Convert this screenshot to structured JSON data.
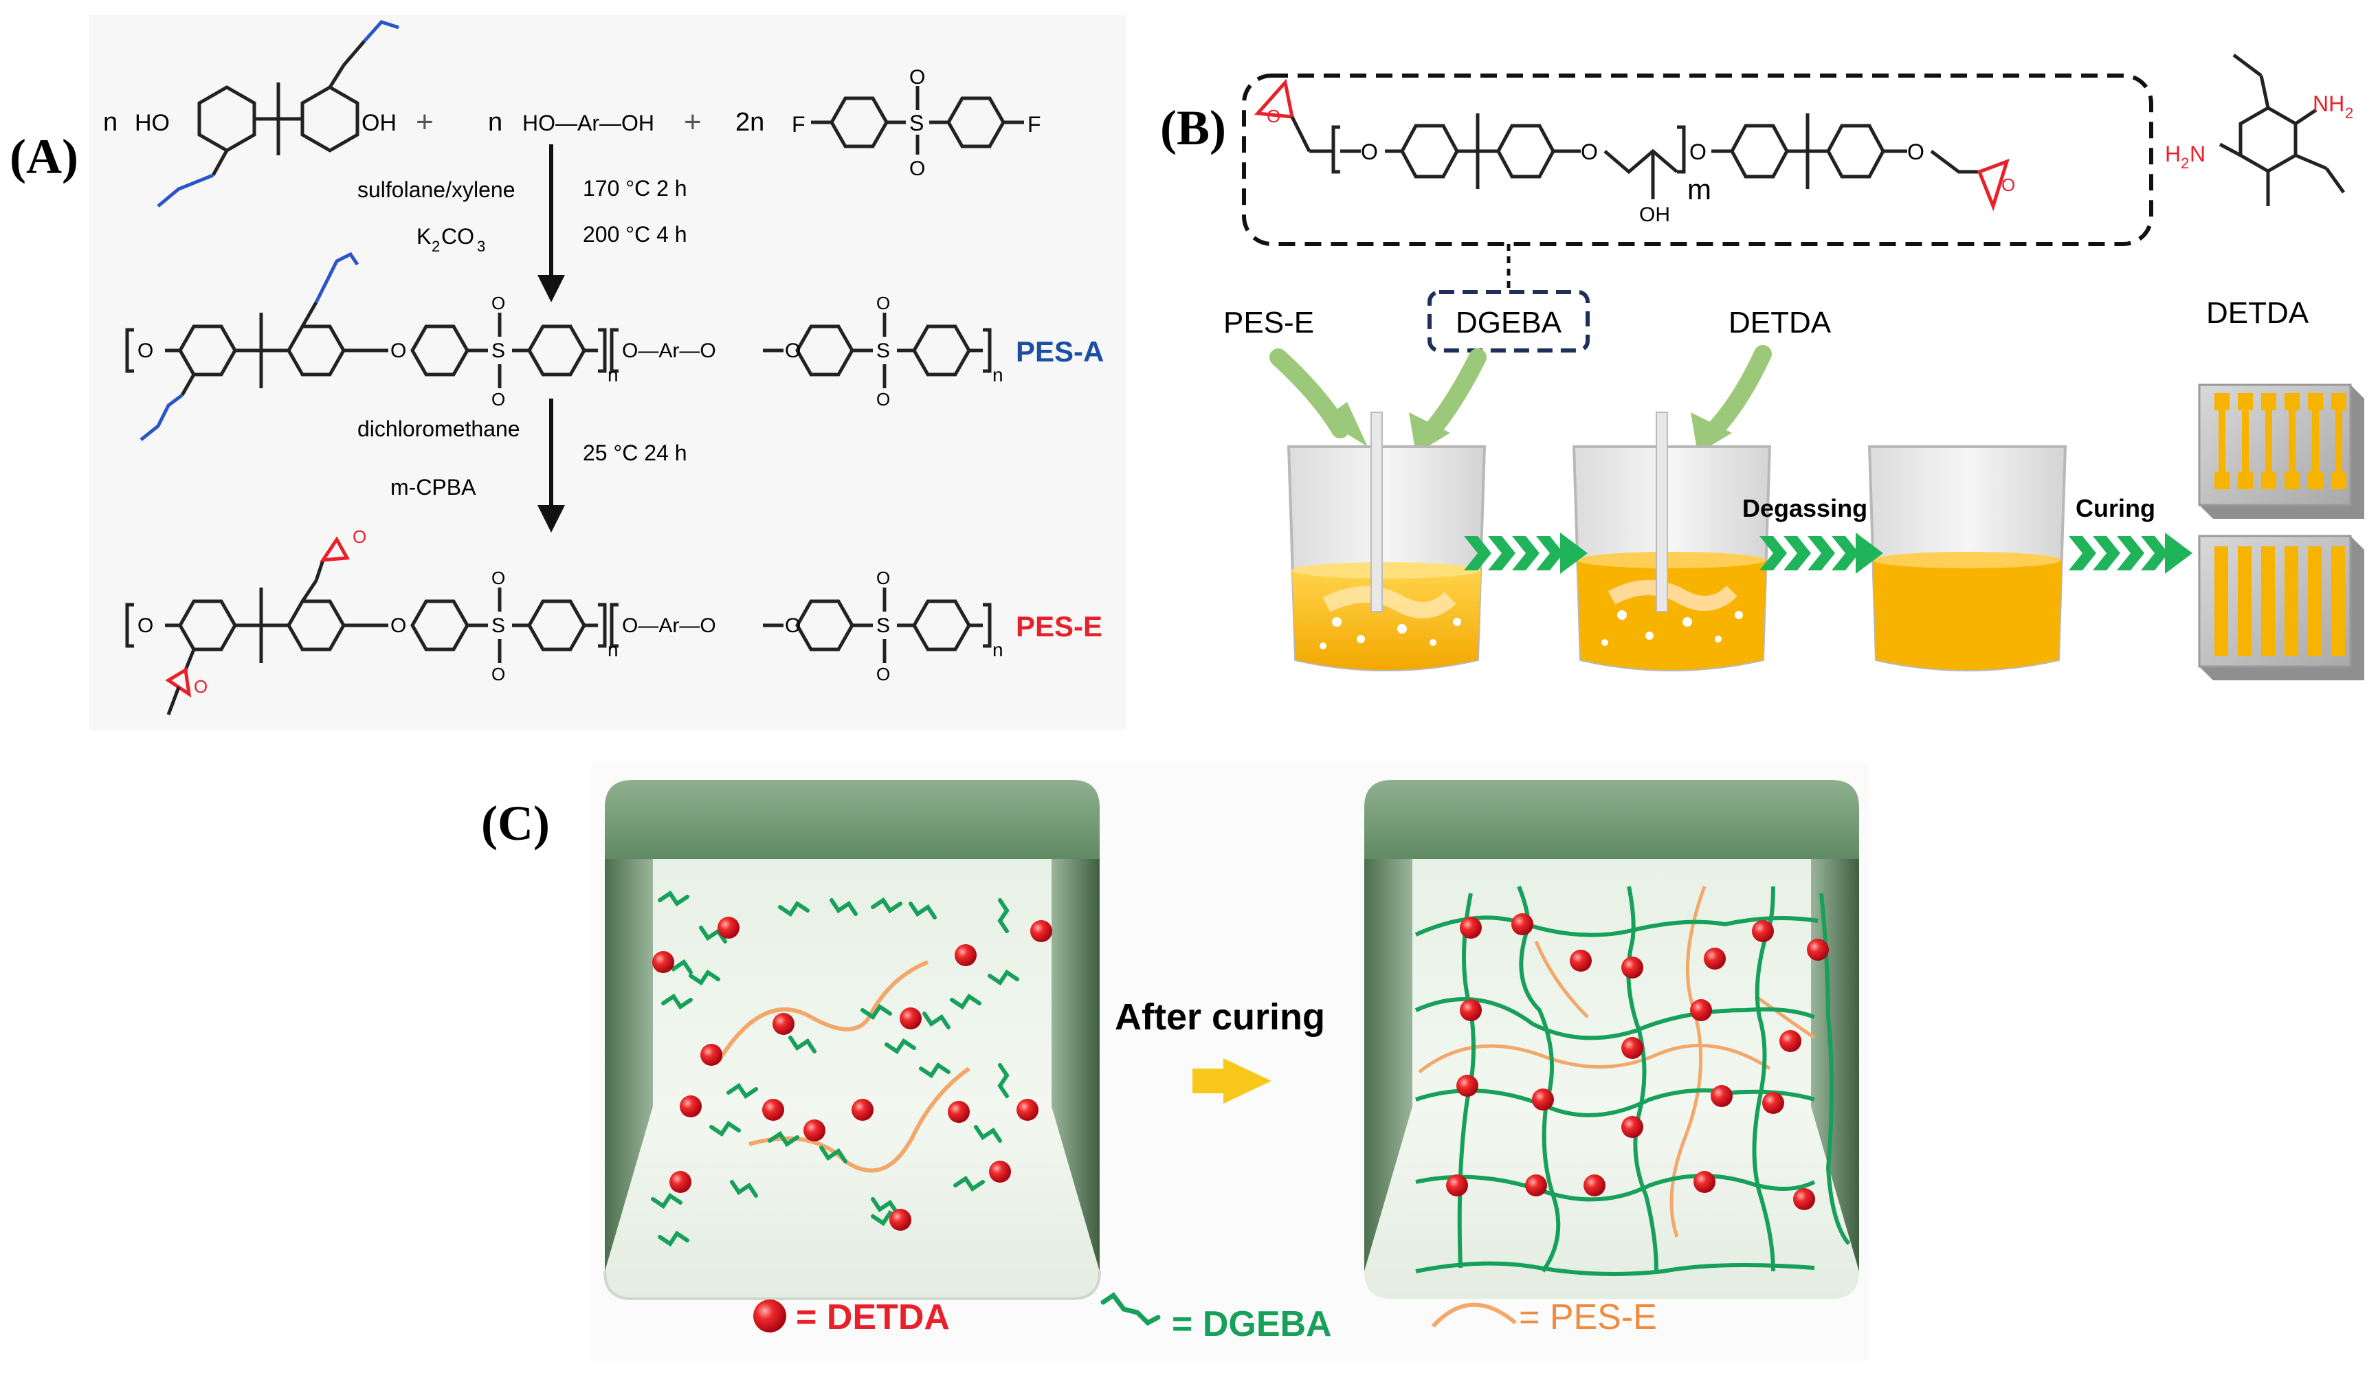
{
  "panels": {
    "a": {
      "label": "(A)",
      "reactants": {
        "n1": "n",
        "ho": "HO",
        "oh": "OH",
        "plus": "+",
        "n2": "n",
        "ho_ar_oh": "HO—Ar—OH",
        "plus2": "+",
        "coef_2n": "2n",
        "f1": "F",
        "f2": "F",
        "s": "S",
        "o_top": "O",
        "o_bot": "O"
      },
      "step1": {
        "solvent": "sulfolane/xylene",
        "base_main": "K",
        "base_sub": "2",
        "base_tail": "CO",
        "base_sub2": "3",
        "cond1": "170 °C 2 h",
        "cond2": "200 °C 4 h"
      },
      "pes_a": {
        "name": "PES-A",
        "o_ends": [
          "O",
          "O",
          "O",
          "O—Ar—O"
        ],
        "s": [
          "S",
          "S"
        ],
        "so": [
          "O",
          "O",
          "O",
          "O"
        ],
        "n": [
          "n",
          "n"
        ]
      },
      "step2": {
        "solvent": "dichloromethane",
        "oxidant": "m-CPBA",
        "cond": "25 °C 24 h"
      },
      "pes_e": {
        "name": "PES-E",
        "o_ends": [
          "O",
          "O",
          "O",
          "O—Ar—O"
        ],
        "s": [
          "S",
          "S"
        ],
        "so": [
          "O",
          "O",
          "O",
          "O"
        ],
        "n": [
          "n",
          "n"
        ],
        "epoxy_o": [
          "O",
          "O"
        ]
      }
    },
    "b": {
      "label": "(B)",
      "dgeba_struct": {
        "o_chain": [
          "O",
          "O",
          "O",
          "O"
        ],
        "oh": "OH",
        "m": "m",
        "epoxy_o": [
          "O",
          "O"
        ]
      },
      "detda_struct": {
        "nh2_n": "NH",
        "nh2_sub": "2",
        "h2n_h": "H",
        "h2n_sub": "2",
        "h2n_n": "N"
      },
      "labels": {
        "pes_e": "PES-E",
        "dgeba": "DGEBA",
        "detda": "DETDA",
        "detda_right": "DETDA",
        "degassing": "Degassing",
        "curing": "Curing"
      }
    },
    "c": {
      "label": "(C)",
      "arrow_text": "After curing",
      "legend": [
        {
          "symbol": "red-sphere",
          "text": "= DETDA",
          "color": "#e8202a"
        },
        {
          "symbol": "green-zigzag",
          "text": "= DGEBA",
          "color": "#16a05a"
        },
        {
          "symbol": "orange-curve",
          "text": "= PES-E",
          "color": "#f08a3c"
        }
      ]
    }
  },
  "colors": {
    "red": "#e8202a",
    "blue": "#1a4fa3",
    "green": "#16a05a",
    "arrow_green": "#1fb35a",
    "orange": "#f3a86b",
    "liquid": "#f6b400",
    "yellow_arrow": "#f7c81a"
  }
}
